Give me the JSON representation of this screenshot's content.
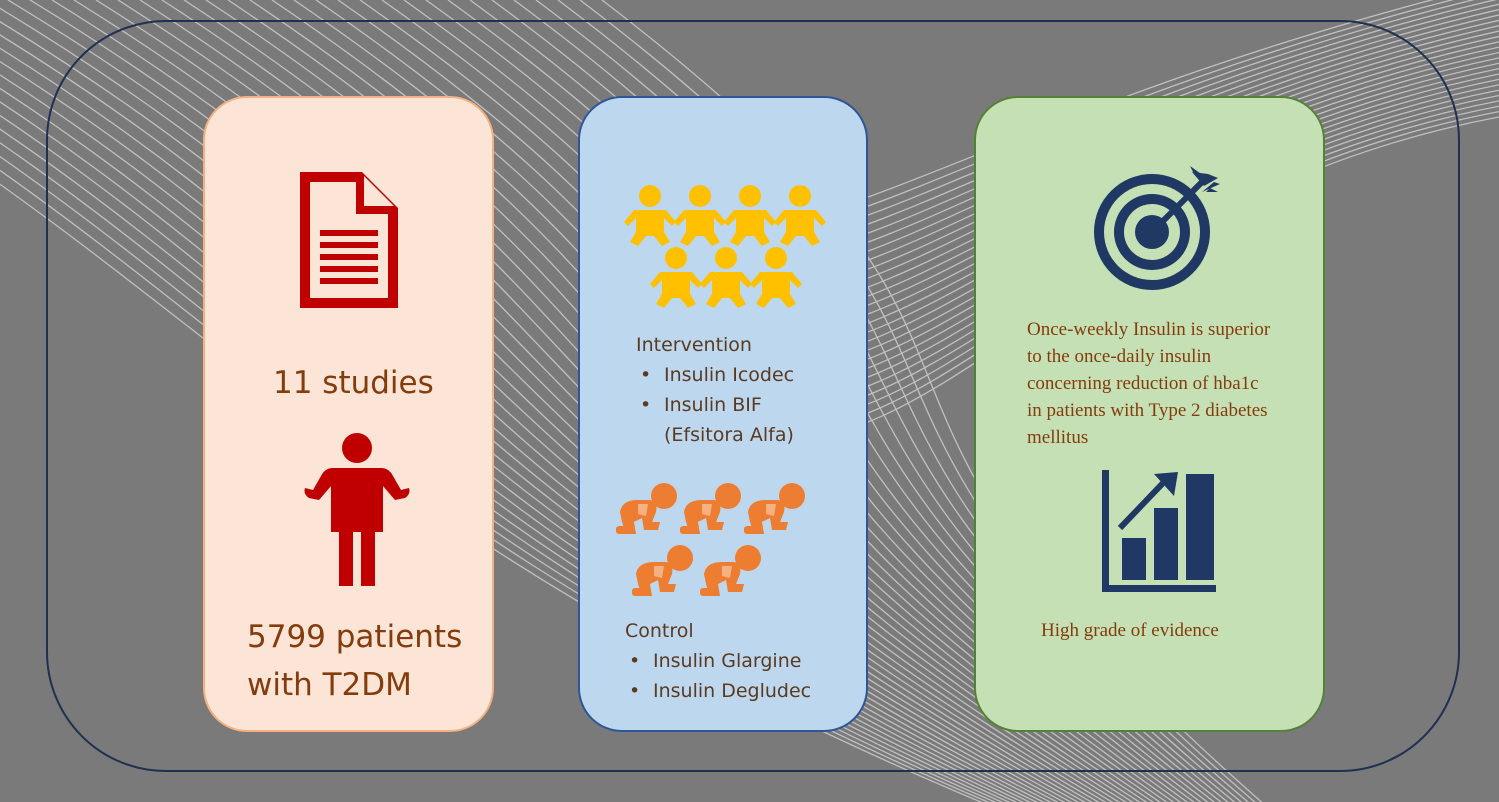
{
  "colors": {
    "background": "#7a7a7a",
    "frame": "#1f3050",
    "studies_panel": "#fce4d6",
    "arms_panel": "#bdd7ee",
    "outcome_panel": "#c5e0b4",
    "red_icon": "#c00000",
    "yellow_icon": "#ffc000",
    "orange_icon": "#ed7d31",
    "navy_icon": "#203864",
    "text_brown": "#843c0c"
  },
  "studies_panel": {
    "document_icon": "document-icon",
    "studies_count": "11 studies",
    "person_icon": "person-icon",
    "patients_line1": "5799 patients",
    "patients_line2": "with T2DM"
  },
  "arms_panel": {
    "intervention_icon": "babies-group-icon",
    "intervention_title": "Intervention",
    "intervention_items": [
      "Insulin Icodec",
      "Insulin BIF",
      "(Efsitora Alfa)"
    ],
    "control_icon": "crawling-babies-icon",
    "control_title": "Control",
    "control_items": [
      "Insulin Glargine",
      "Insulin Degludec"
    ]
  },
  "outcome_panel": {
    "target_icon": "target-icon",
    "conclusion_lines": [
      "Once-weekly Insulin is superior",
      "to the once-daily insulin",
      "concerning reduction of hba1c",
      "in patients with Type 2 diabetes",
      "mellitus"
    ],
    "chart_icon": "growth-chart-icon",
    "evidence": "High grade of evidence"
  }
}
